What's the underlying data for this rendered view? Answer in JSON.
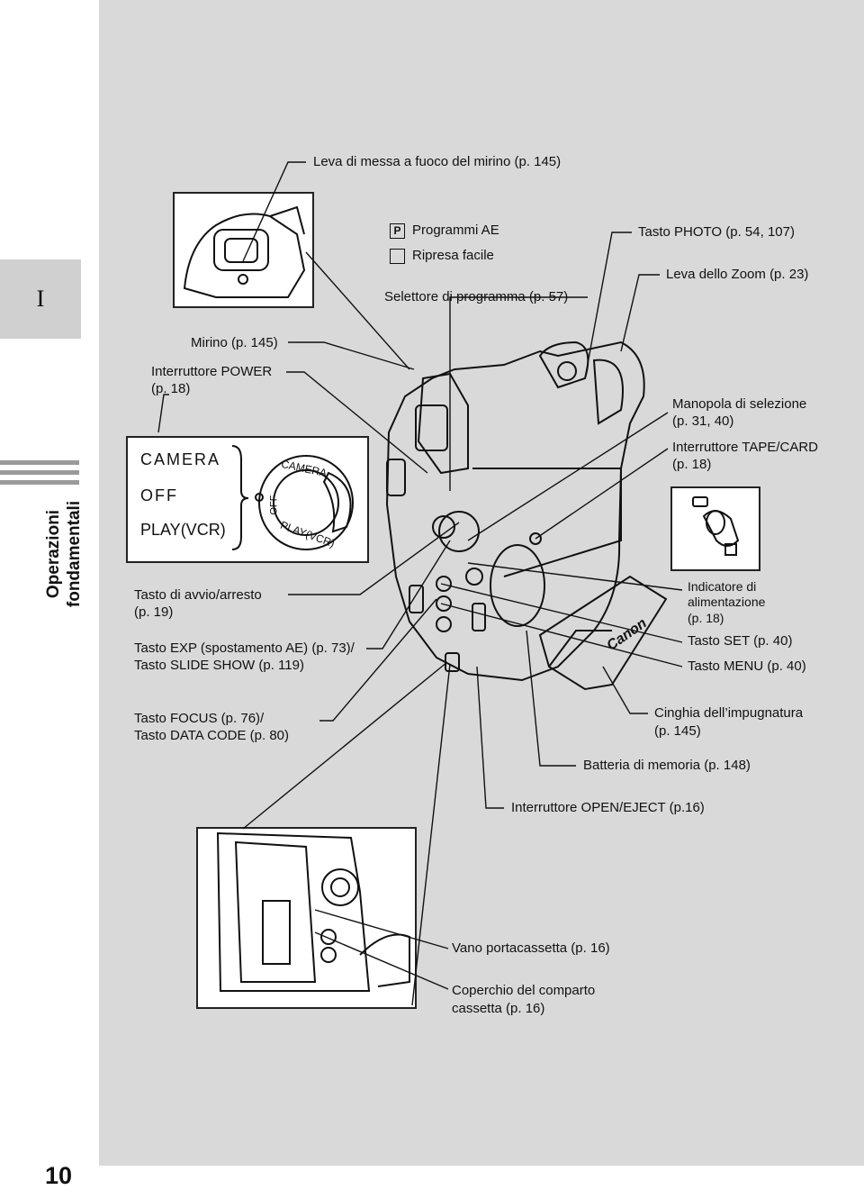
{
  "tab": {
    "label": "I"
  },
  "section": {
    "line1": "Operazioni",
    "line2": "fondamentali"
  },
  "page_number": "10",
  "switch": {
    "camera": "CAMERA",
    "off": "OFF",
    "play": "PLAY(VCR)"
  },
  "program": {
    "p_label": "Programmi AE",
    "easy_label": "Ripresa facile",
    "selector": "Selettore di programma (p. 57)"
  },
  "labels": {
    "focus_lever": "Leva di messa a fuoco del mirino (p. 145)",
    "photo": "Tasto PHOTO (p. 54, 107)",
    "zoom": "Leva dello Zoom (p. 23)",
    "viewfinder": "Mirino (p. 145)",
    "power_1": "Interruttore POWER",
    "power_2": "(p. 18)",
    "dial_1": "Manopola di selezione",
    "dial_2": "(p. 31, 40)",
    "tapecard_1": "Interruttore TAPE/CARD",
    "tapecard_2": "(p. 18)",
    "startstop_1": "Tasto di avvio/arresto",
    "startstop_2": "(p. 19)",
    "indicator_1": "Indicatore di",
    "indicator_2": "alimentazione",
    "indicator_3": "(p. 18)",
    "exp_1": "Tasto EXP (spostamento AE) (p. 73)/",
    "exp_2": "Tasto SLIDE SHOW (p. 119)",
    "set": "Tasto SET (p. 40)",
    "menu": "Tasto MENU (p. 40)",
    "focus_1": "Tasto FOCUS (p. 76)/",
    "focus_2": "Tasto DATA CODE (p. 80)",
    "strap_1": "Cinghia dell’impugnatura",
    "strap_2": "(p. 145)",
    "battery": "Batteria di memoria (p. 148)",
    "openeject": "Interruttore OPEN/EJECT (p.16)",
    "cassette": "Vano portacassetta (p. 16)",
    "cover_1": "Coperchio del comparto",
    "cover_2": "cassetta (p. 16)"
  },
  "dial": {
    "camera": "CAMERA",
    "off": "OFF",
    "play": "PLAY(VCR)"
  },
  "brand": "Canon"
}
